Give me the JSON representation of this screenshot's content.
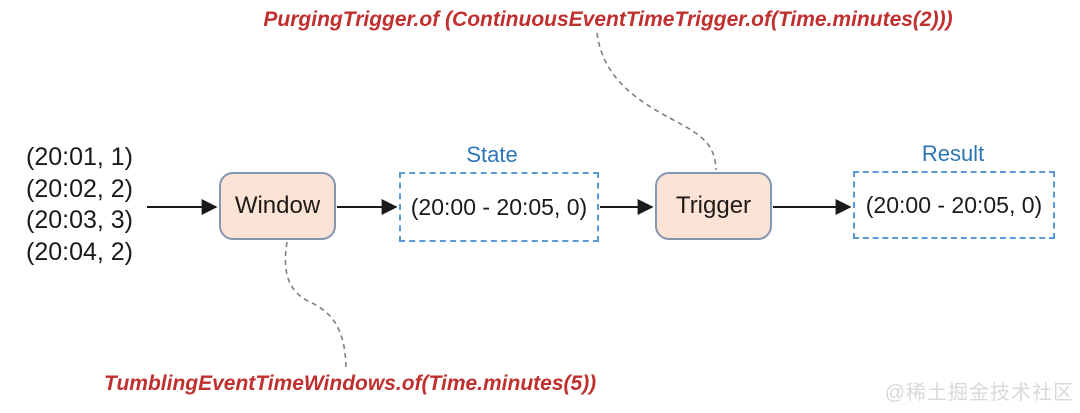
{
  "diagram": {
    "top_annotation": "PurgingTrigger.of (ContinuousEventTimeTrigger.of(Time.minutes(2)))",
    "bottom_annotation": "TumblingEventTimeWindows.of(Time.minutes(5))",
    "input_events": [
      "(20:01, 1)",
      "(20:02, 2)",
      "(20:03, 3)",
      "(20:04, 2)"
    ],
    "nodes": {
      "window_label": "Window",
      "trigger_label": "Trigger"
    },
    "state": {
      "label": "State",
      "value": "(20:00 - 20:05, 0)"
    },
    "result": {
      "label": "Result",
      "value": "(20:00 - 20:05, 0)"
    },
    "watermark": "@稀土掘金技术社区",
    "colors": {
      "annotation_red": "#c0302f",
      "label_blue": "#2e75b6",
      "node_fill_peach": "#fbe3d5",
      "node_border_blue_gray": "#8496b0",
      "dashed_border_blue": "#5b9bd5",
      "arrow_black": "#1a1a1a",
      "connector_gray": "#7f7f7f",
      "watermark_gray": "#d9d9d9"
    }
  }
}
